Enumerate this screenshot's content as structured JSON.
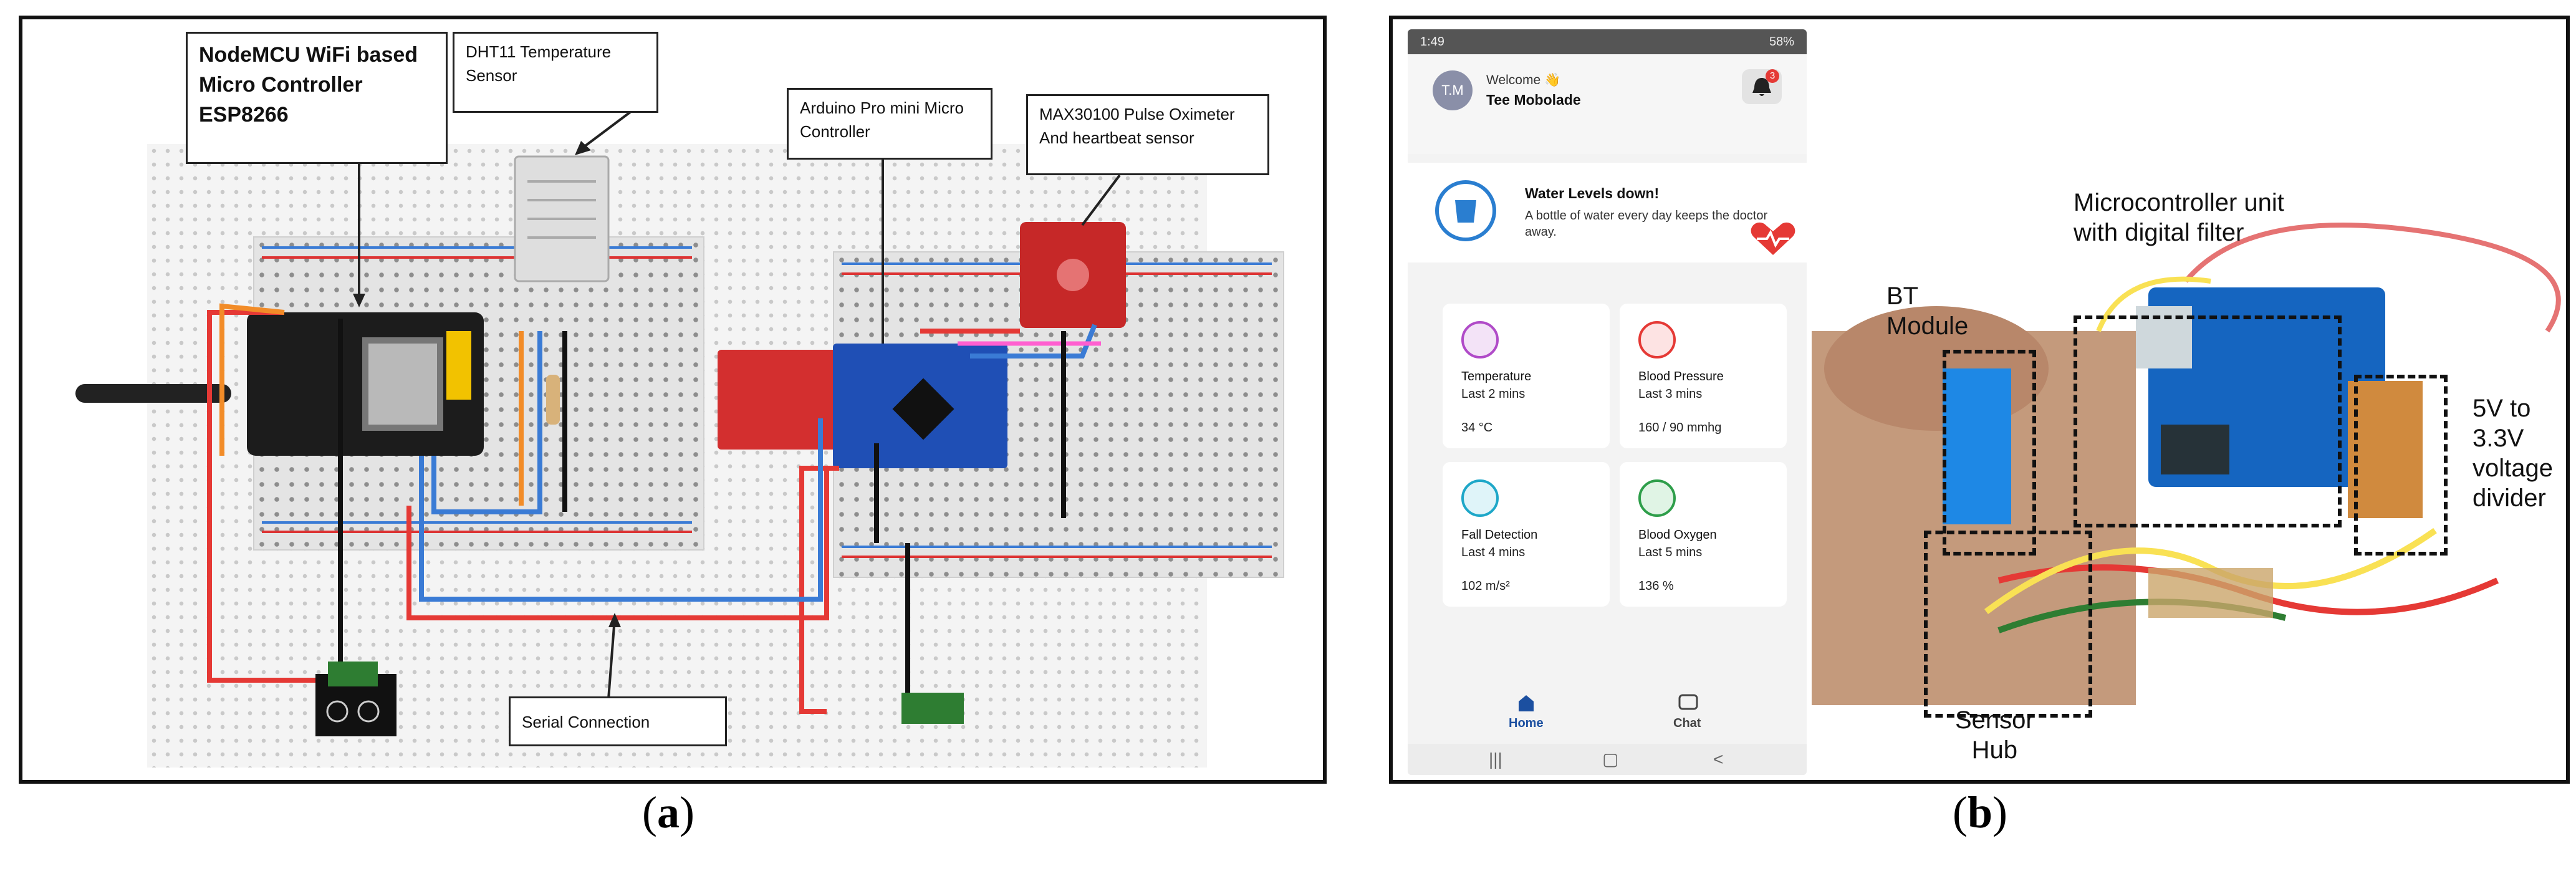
{
  "panel_a": {
    "caption_letter": "a",
    "labels": {
      "nodemcu": [
        "NodeMCU WiFi based",
        "Micro Controller",
        "ESP8266"
      ],
      "dht11": [
        "DHT11 Temperature",
        "Sensor"
      ],
      "arduino": [
        "Arduino Pro mini Micro",
        "Controller"
      ],
      "max30100": [
        "MAX30100 Pulse Oximeter",
        "And heartbeat sensor"
      ],
      "serial": "Serial Connection"
    }
  },
  "panel_b": {
    "caption_letter": "b",
    "phone": {
      "status_time": "1:49",
      "status_battery": "58%",
      "avatar_initials": "T.M",
      "welcome": "Welcome 👋",
      "user_name": "Tee Mobolade",
      "notification_count": "3",
      "alert_title": "Water Levels down!",
      "alert_body": "A bottle of water every day keeps the doctor away.",
      "metrics": [
        {
          "name": "Temperature",
          "time": "Last 2 mins",
          "value": "34 °C",
          "icon": "thermometer-icon",
          "color": "#b04bc8"
        },
        {
          "name": "Blood Pressure",
          "time": "Last 3 mins",
          "value": "160 / 90 mmhg",
          "icon": "blood-drop-icon",
          "color": "#e53935"
        },
        {
          "name": "Fall Detection",
          "time": "Last 4 mins",
          "value": "102 m/s²",
          "icon": "fall-icon",
          "color": "#1ea7c8"
        },
        {
          "name": "Blood Oxygen",
          "time": "Last 5 mins",
          "value": "136 %",
          "icon": "lungs-icon",
          "color": "#2e9e4a"
        }
      ],
      "nav": {
        "home": "Home",
        "chat": "Chat"
      }
    },
    "photo_labels": {
      "bt": [
        "BT",
        "Module"
      ],
      "mcu": [
        "Microcontroller unit",
        "with digital filter"
      ],
      "divider": [
        "5V to",
        "3.3V",
        "voltage",
        "divider"
      ],
      "sensor_hub": [
        "Sensor",
        "Hub"
      ]
    }
  }
}
